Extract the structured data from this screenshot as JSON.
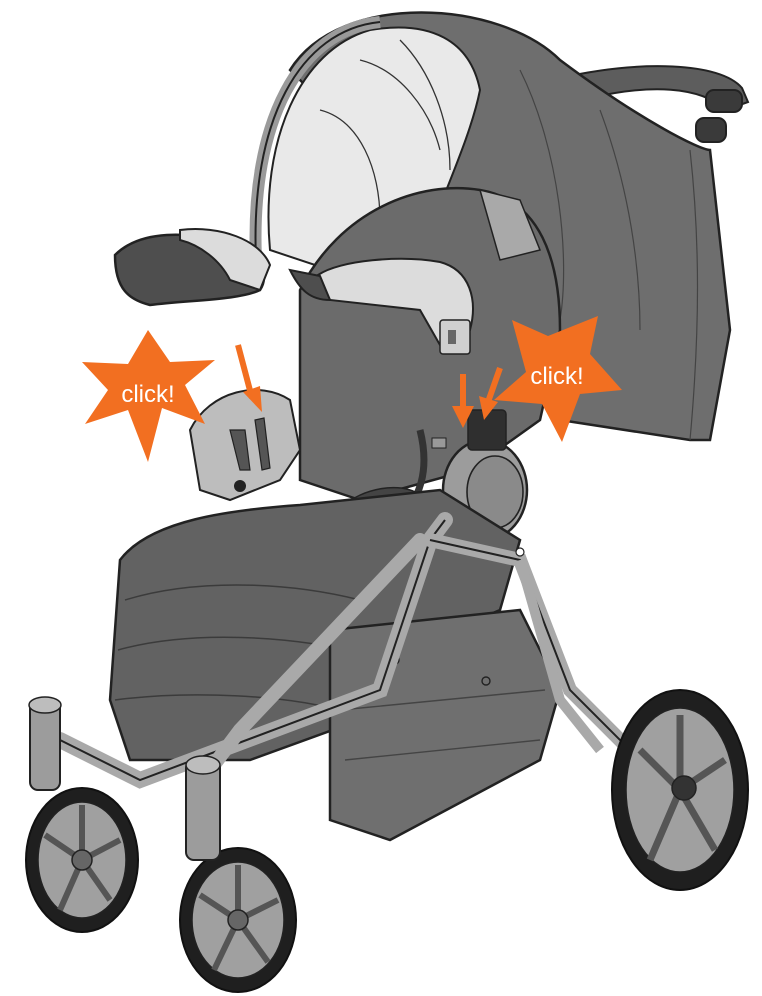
{
  "illustration": {
    "subject": "stroller-with-armbar-and-canopy",
    "callouts": [
      {
        "id": "left",
        "text": "click!"
      },
      {
        "id": "right",
        "text": "click!"
      }
    ],
    "colors": {
      "fabric": "#6b6b6b",
      "fabric_dark": "#4f4f4f",
      "frame": "#a9a9a9",
      "light": "#e6e6e6",
      "tire": "#1f1f1f",
      "outline": "#222222",
      "accent": "#f26f21"
    }
  }
}
